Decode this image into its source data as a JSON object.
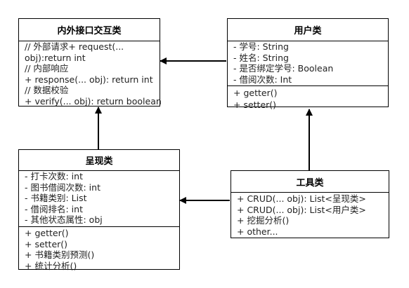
{
  "classes": {
    "interface": {
      "name": "内外接口交互类",
      "attributes": [
        "// 外部请求+ request(...",
        "obj):return int",
        "// 内部响应",
        "+ response(... obj): return int",
        "// 数据校验",
        "+ verify(... obj): return boolean"
      ],
      "methods": []
    },
    "user": {
      "name": "用户类",
      "attributes": [
        "- 学号: String",
        "- 姓名: String",
        "- 是否绑定学号: Boolean",
        "- 借阅次数: Int"
      ],
      "methods": [
        "+ getter()",
        "+ setter()"
      ]
    },
    "present": {
      "name": "呈现类",
      "attributes": [
        "- 打卡次数: int",
        "- 图书借阅次数: int",
        "- 书籍类别: List",
        "- 借阅排名: int",
        "- 其他状态属性: obj"
      ],
      "methods": [
        "+ getter()",
        "+ setter()",
        "+ 书籍类别预测()",
        "+ 统计分析()"
      ]
    },
    "tool": {
      "name": "工具类",
      "attributes": [],
      "methods": [
        "+ CRUD(... obj): List<呈现类>",
        "+ CRUD(... obj): List<用户类>",
        "+ 挖掘分析()",
        "+ other..."
      ]
    }
  }
}
